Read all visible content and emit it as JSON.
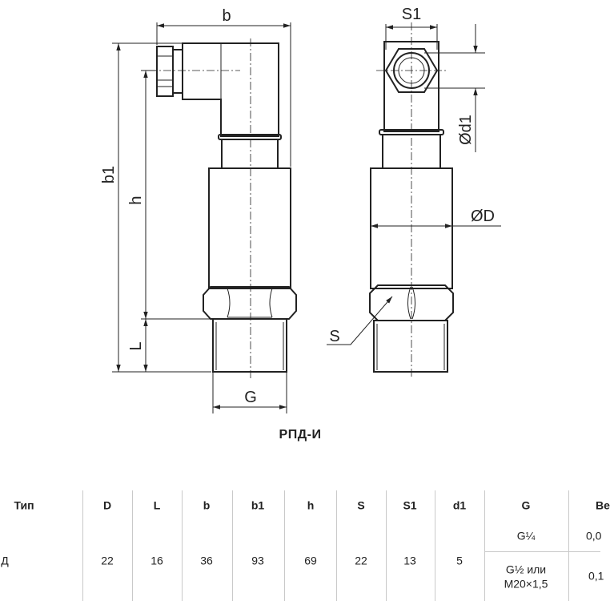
{
  "drawing": {
    "dimensions": {
      "b": "b",
      "b1": "b1",
      "h": "h",
      "L": "L",
      "G": "G",
      "S1": "S1",
      "d1": "Ød1",
      "D": "ØD",
      "S": "S"
    },
    "caption": "РПД-И"
  },
  "table": {
    "headers": [
      "Тип",
      "D",
      "L",
      "b",
      "b1",
      "h",
      "S",
      "S1",
      "d1",
      "G",
      "Ве"
    ],
    "row": {
      "type": "Д",
      "D": "22",
      "L": "16",
      "b": "36",
      "b1": "93",
      "h": "69",
      "S": "22",
      "S1": "13",
      "d1": "5",
      "g_options": [
        {
          "line1": "G¼",
          "line2": "",
          "weight": "0,0"
        },
        {
          "line1": "G½ или",
          "line2": "M20×1,5",
          "weight": "0,1"
        }
      ]
    }
  }
}
